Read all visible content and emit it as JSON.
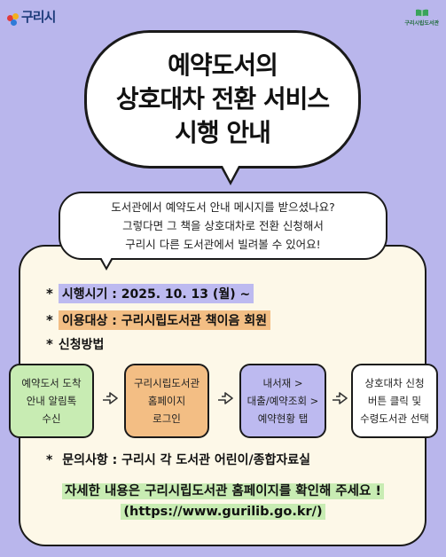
{
  "branding": {
    "city_logo_text": "구리시",
    "library_logo_text": "구리시립도서관"
  },
  "title": {
    "lines": [
      "예약도서의",
      "상호대차 전환 서비스",
      "시행 안내"
    ]
  },
  "intro": {
    "lines": [
      "도서관에서 예약도서 안내 메시지를 받으셨나요?",
      "그렇다면 그 책을 상호대차로 전환 신청해서",
      "구리시 다른 도서관에서 빌려볼 수 있어요!"
    ]
  },
  "details": {
    "bullet": "*",
    "date": "시행시기 : 2025. 10. 13 (월) ~",
    "target": "이용대상 : 구리시립도서관 책이음 회원",
    "method": "신청방법"
  },
  "steps": [
    {
      "lines": [
        "예약도서 도착",
        "안내 알림톡",
        "수신"
      ],
      "color": "#c8ecb3"
    },
    {
      "lines": [
        "구리시립도서관",
        "홈페이지",
        "로그인"
      ],
      "color": "#f3be84"
    },
    {
      "lines": [
        "내서재 >",
        "대출/예약조회 >",
        "예약현황 탭"
      ],
      "color": "#bdbaf0"
    },
    {
      "lines": [
        "상호대차 신청",
        "버튼 클릭 및",
        "수령도서관 선택"
      ],
      "color": "#ffffff"
    }
  ],
  "contact": "문의사항 : 구리시 각 도서관 어린이/종합자료실",
  "footer": {
    "line1": "자세한 내용은 구리시립도서관 홈페이지를 확인해 주세요 !",
    "line2": "(https://www.gurilib.go.kr/)"
  },
  "colors": {
    "background": "#b9b6ec",
    "panel": "#fdf8e8",
    "highlight_purple": "#bdbaf0",
    "highlight_orange": "#f3be84",
    "highlight_green": "#c8ecb3"
  }
}
